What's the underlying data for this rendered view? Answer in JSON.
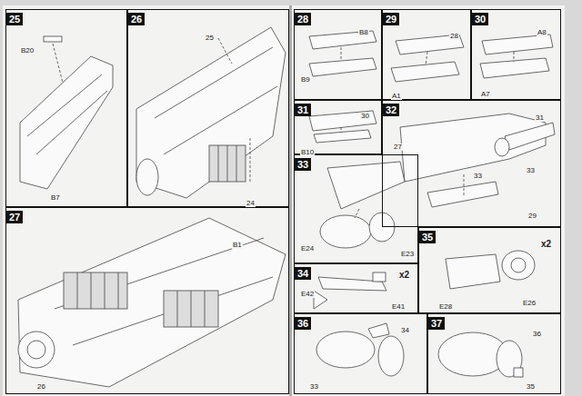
{
  "diagram": {
    "nodes": [
      {
        "text": [
          "25"
        ]
      },
      {
        "text": [
          "26"
        ]
      },
      {
        "text": [
          "27"
        ]
      },
      {
        "text": [
          "28"
        ]
      },
      {
        "text": [
          "29"
        ]
      },
      {
        "text": [
          "30"
        ]
      },
      {
        "text": [
          "31"
        ]
      },
      {
        "text": [
          "32"
        ]
      },
      {
        "text": [
          "33"
        ]
      },
      {
        "text": [
          "34"
        ]
      },
      {
        "text": [
          "35"
        ]
      },
      {
        "text": [
          "36"
        ]
      },
      {
        "text": [
          "37"
        ]
      }
    ],
    "labels": [
      "B20",
      "B7",
      "25",
      "24",
      "B1",
      "26",
      "B8",
      "B9",
      "28",
      "A1",
      "A8",
      "A7",
      "30",
      "B10",
      "27",
      "31",
      "33",
      "33",
      "29",
      "E24",
      "E23",
      "x2",
      "E28",
      "E26",
      "x2",
      "E42",
      "E41",
      "34",
      "33",
      "36",
      "35"
    ]
  }
}
